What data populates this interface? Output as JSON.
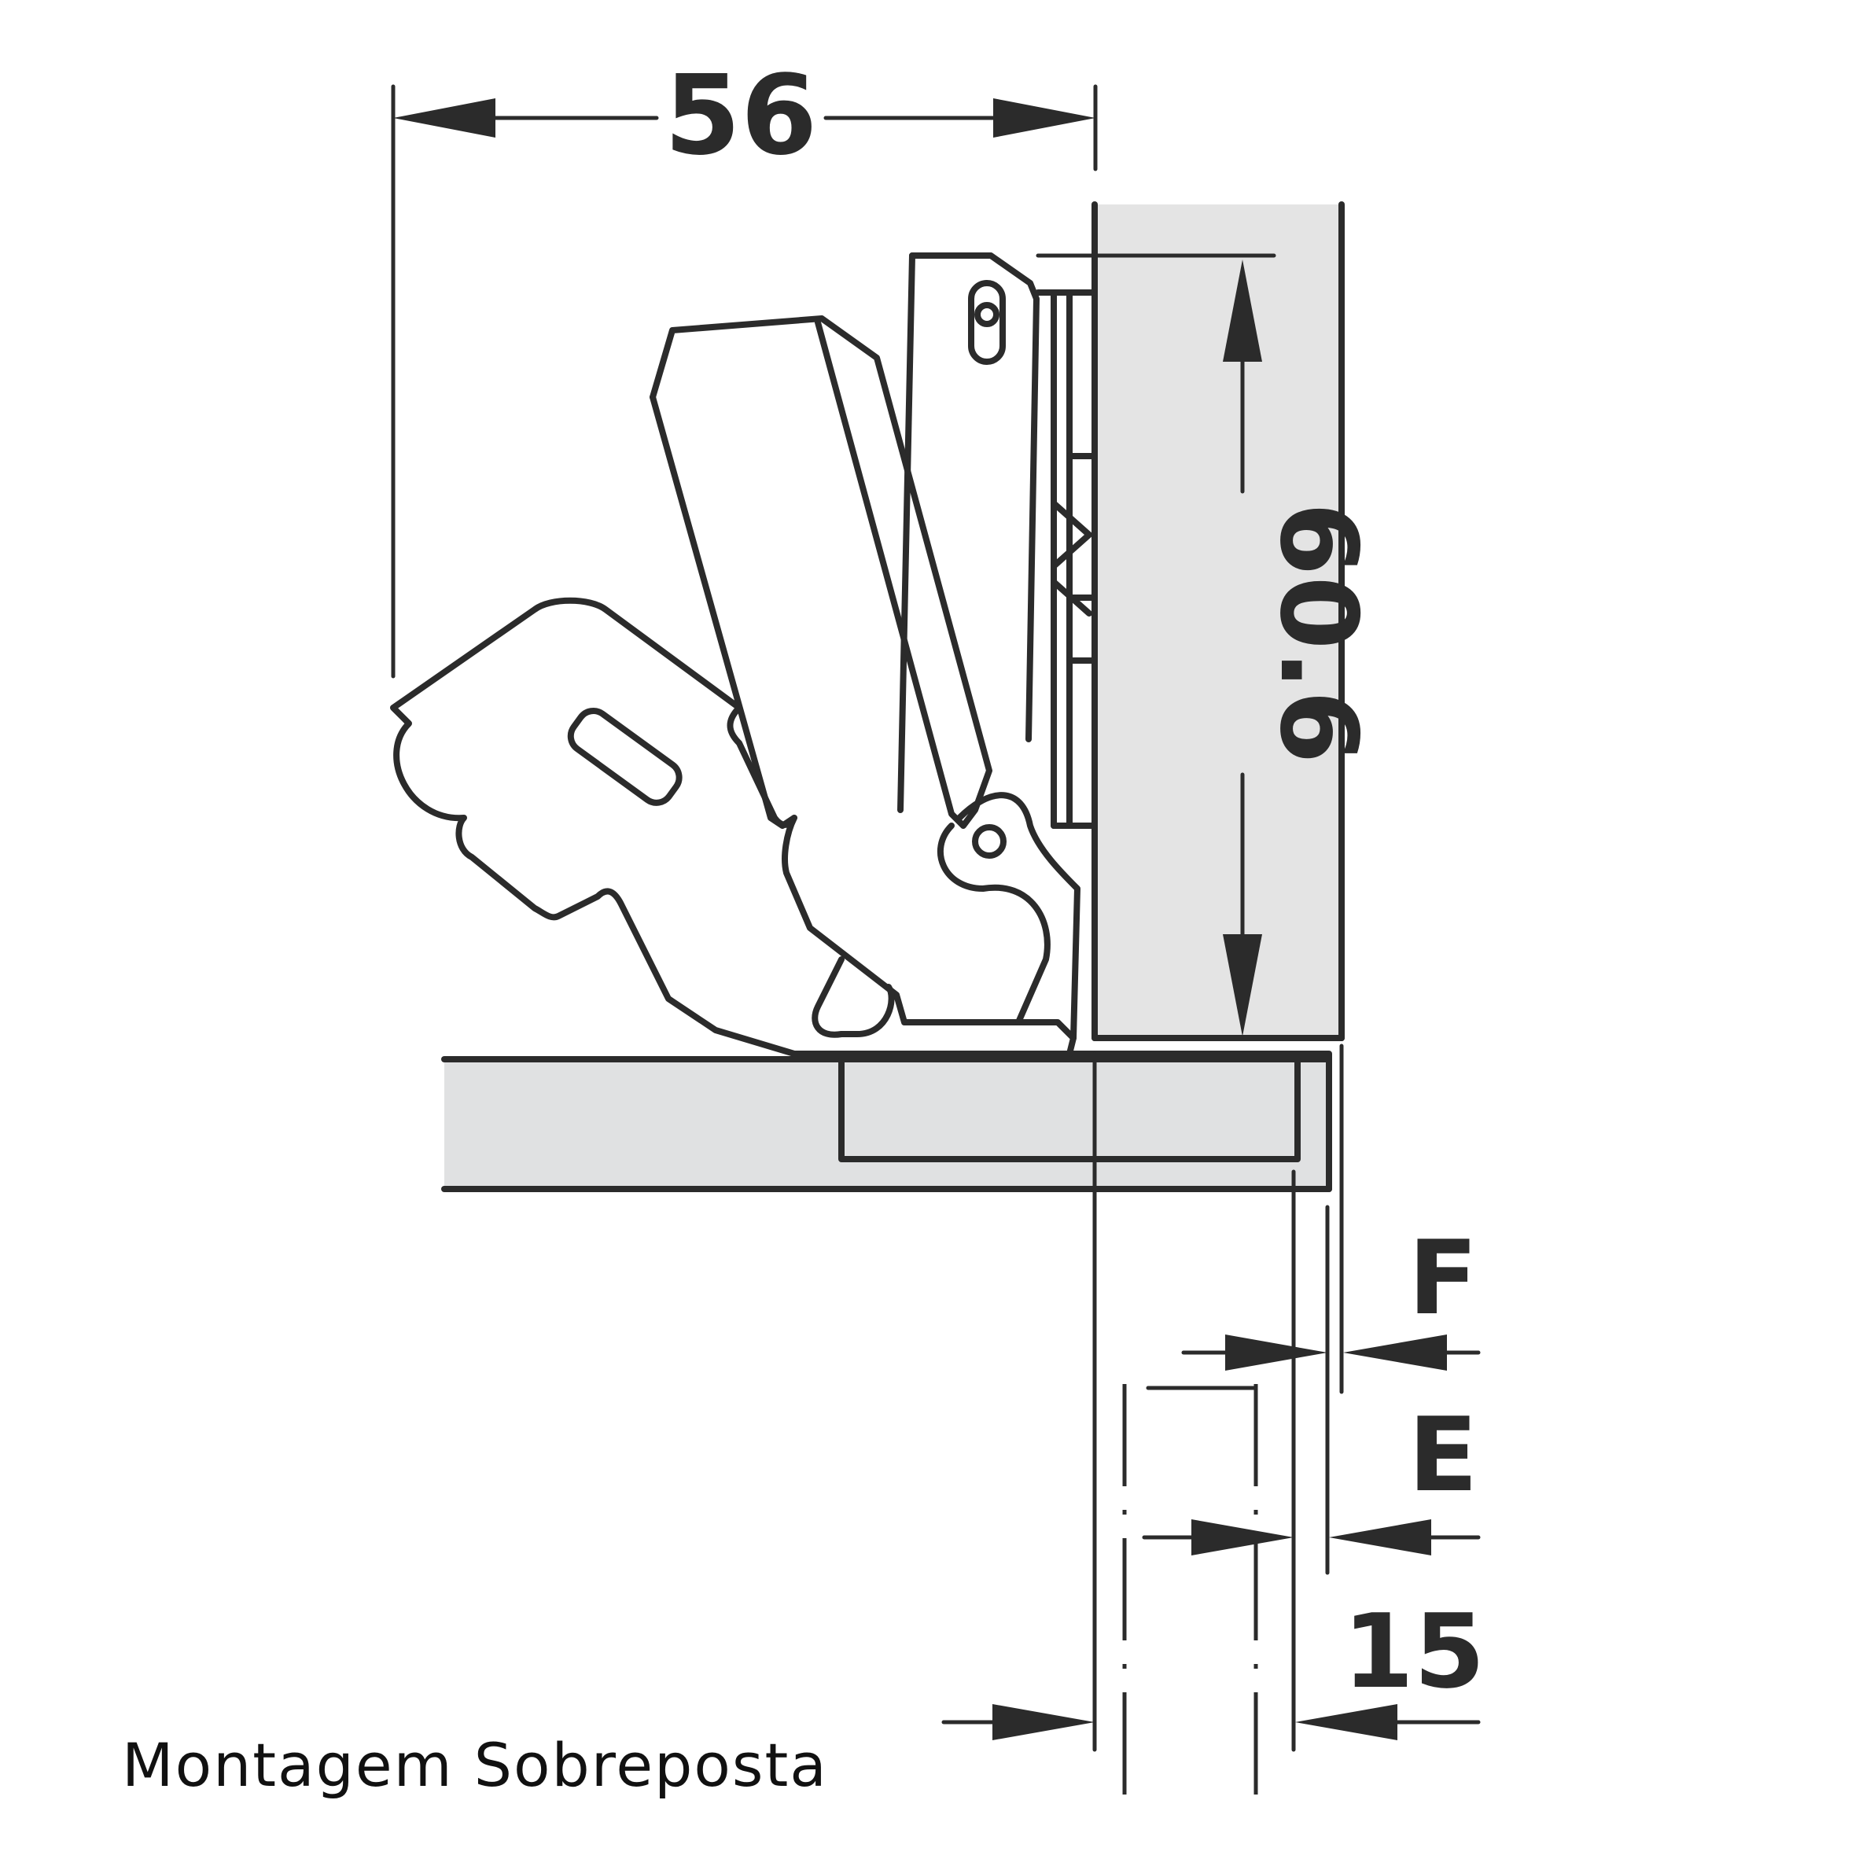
{
  "caption": "Montagem Sobreposta",
  "dimensions": {
    "top_width": "56",
    "height": "60.6",
    "f_label": "F",
    "e_label": "E",
    "bottom_value": "15"
  },
  "colors": {
    "line": "#2b2b2b",
    "door_fill": "#e4e4e4",
    "cabinet_fill": "#e0e1e2"
  }
}
